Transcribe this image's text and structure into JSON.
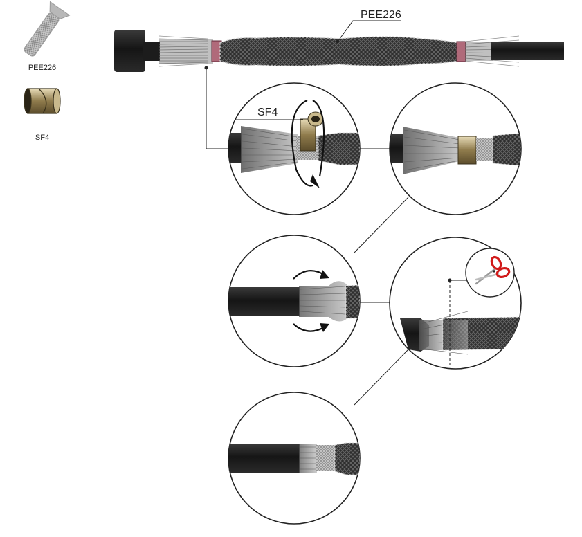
{
  "legend": {
    "items": [
      {
        "label": "PEE226"
      },
      {
        "label": "SF4"
      }
    ]
  },
  "callouts": {
    "main_label": "PEE226",
    "detail_label": "SF4"
  },
  "colors": {
    "cable_jacket": "#1c1c1c",
    "braid": "#3a3a3a",
    "wire_strands": "#9a9a9a",
    "ferrule": "#a08d5e",
    "scissors_handle": "#d11a1a",
    "ink": "#222222"
  },
  "icons": [
    "pee226-sleeve-icon",
    "sf4-ferrule-icon",
    "scissors-icon",
    "rotate-arrow-icon"
  ]
}
